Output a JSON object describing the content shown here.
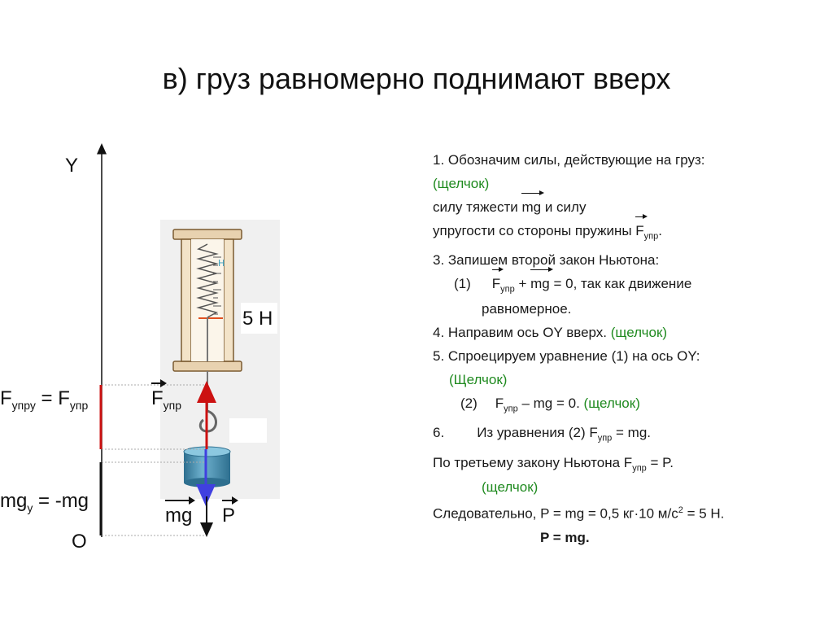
{
  "title": "в) груз равномерно поднимают вверх",
  "diagram": {
    "axis_y": "Y",
    "axis_origin": "O",
    "scale_reading": "5 Н",
    "eq_left_top": {
      "main": "F",
      "sub": "упру",
      "rest": " = F",
      "sub2": "упр"
    },
    "eq_left_bottom": {
      "main": "mg",
      "sub": "y",
      "rest": " = -mg"
    },
    "force_up": {
      "main": "F",
      "sub": "упр"
    },
    "force_down": "mg",
    "weight_label": "P"
  },
  "steps": {
    "s1": "1. Обозначим силы, действующие на груз:",
    "click1": "(щелчок)",
    "s1b_a": "силу тяжести ",
    "s1b_vec": "mg",
    "s1b_b": " и силу",
    "s1c_a": " упругости со стороны пружины ",
    "s1c_vec": "F",
    "s1c_sub": "упр",
    "s1c_b": ".",
    "s3": "3. Запишем второй закон Ньютона:",
    "eq1_num": "(1)",
    "eq1_f": "F",
    "eq1_sub": "упр",
    "eq1_plus": " + ",
    "eq1_mg": "mg",
    "eq1_rest": " = 0, так как движение",
    "eq1_cont": "равномерное.",
    "s4_a": "4. Направим  ось OY вверх. ",
    "s4_click": "(щелчок)",
    "s5": "5. Спроецируем уравнение (1) на ось OY:",
    "click5": "(Щелчок)",
    "eq2_num": "(2)",
    "eq2_f": "F",
    "eq2_sub": "упр",
    "eq2_rest": " – mg = 0. ",
    "eq2_click": "(щелчок)",
    "s6_num": "6.",
    "s6_a": "Из уравнения (2) F",
    "s6_sub": "упр",
    "s6_b": " = mg.",
    "s7_a": "По третьему закону Ньютона F",
    "s7_sub": "упр",
    "s7_b": " = P.",
    "click7": "(щелчок)",
    "s8_a": "Следовательно,  P = mg = 0,5 кг·10 м/с",
    "s8_sup": "2",
    "s8_b": " = 5 Н.",
    "s9": "P = mg."
  },
  "colors": {
    "accent_green": "#1f8a1f",
    "force_red": "#cc1111",
    "force_blue": "#4040e0"
  }
}
